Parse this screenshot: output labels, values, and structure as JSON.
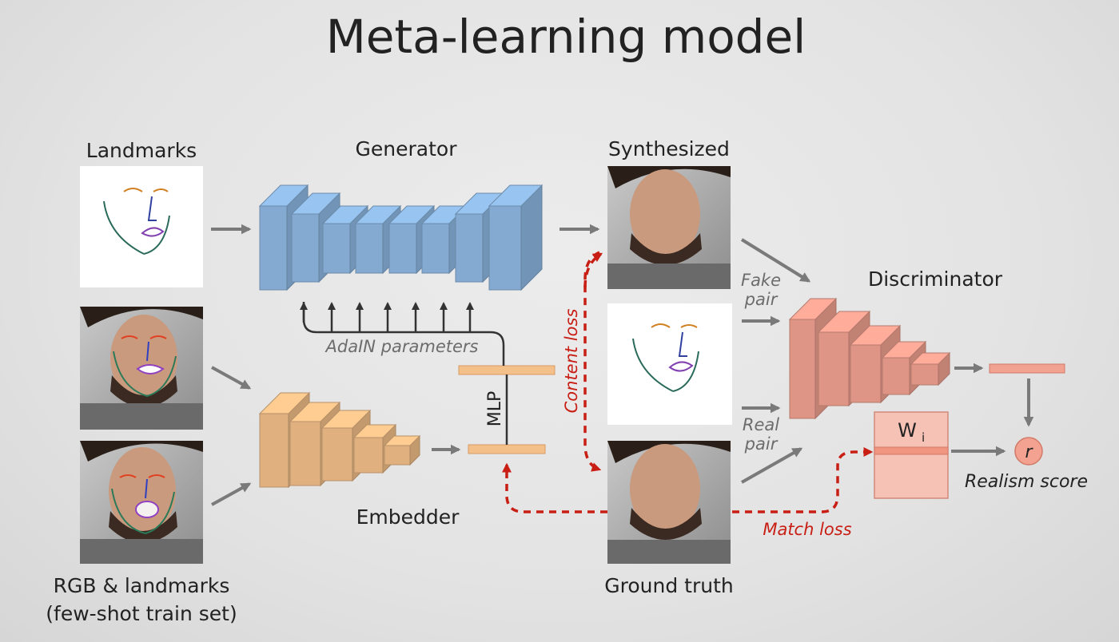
{
  "title": "Meta-learning model",
  "labels": {
    "landmarks": "Landmarks",
    "generator": "Generator",
    "synthesized": "Synthesized",
    "discriminator": "Discriminator",
    "adain": "AdaIN parameters",
    "mlp": "MLP",
    "content_loss": "Content loss",
    "fake_pair_1": "Fake",
    "fake_pair_2": "pair",
    "real_pair_1": "Real",
    "real_pair_2": "pair",
    "w_symbol": "W",
    "w_subscript": "i",
    "r_symbol": "r",
    "realism_score": "Realism score",
    "embedder": "Embedder",
    "match_loss": "Match loss",
    "ground_truth": "Ground truth",
    "rgb_landmarks_1": "RGB & landmarks",
    "rgb_landmarks_2": "(few-shot train set)"
  },
  "colors": {
    "generator": "#8fb9e3",
    "embedder": "#f3c08a",
    "discriminator": "#f1a291",
    "loss": "#c81e14",
    "arrow": "#7a7a7a",
    "text": "#222222",
    "italic_text": "#6c6c6c"
  }
}
